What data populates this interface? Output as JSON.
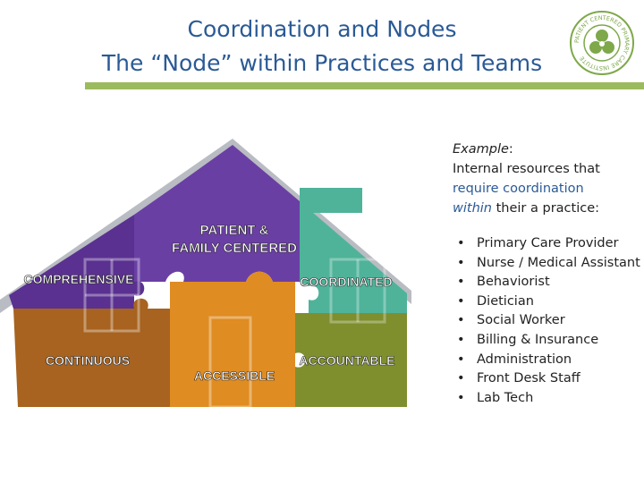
{
  "slide": {
    "title_line1": "Coordination and Nodes",
    "title_line2": "The “Node” within Practices and Teams"
  },
  "logo": {
    "ring_text": "PATIENT CENTERED PRIMARY CARE INSTITUTE",
    "color": "#7ea84a"
  },
  "house": {
    "pieces": {
      "patient_family_line1": "PATIENT &",
      "patient_family_line2": "FAMILY CENTERED",
      "comprehensive": "COMPREHENSIVE",
      "coordinated": "COORDINATED",
      "continuous": "CONTINUOUS",
      "accessible": "ACCESSIBLE",
      "accountable": "ACCOUNTABLE"
    },
    "colors": {
      "purple": "#6a3fa4",
      "purple_dark": "#5a3190",
      "teal": "#4fb39a",
      "brown": "#a7631f",
      "orange": "#df8c22",
      "olive": "#7f8f2e",
      "roof_edge": "#b9bcc2"
    }
  },
  "example": {
    "label": "Example",
    "colon": ":",
    "line2": "Internal resources that",
    "line3": "require coordination",
    "within": "within",
    "line4_rest": " their a practice:"
  },
  "resources": [
    "Primary Care Provider",
    "Nurse / Medical Assistant",
    "Behaviorist",
    "Dietician",
    "Social Worker",
    "Billing & Insurance",
    "Administration",
    "Front Desk Staff",
    "Lab Tech"
  ]
}
